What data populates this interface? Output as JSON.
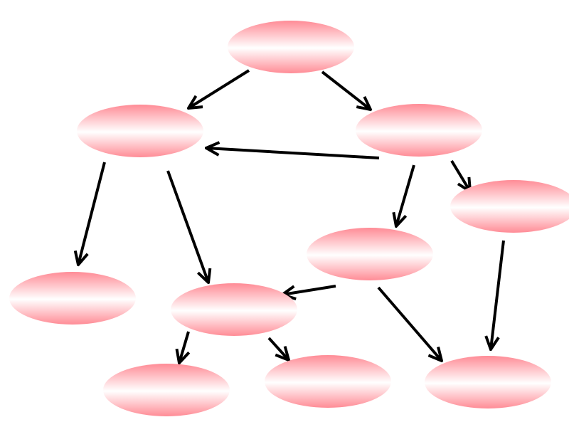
{
  "colors": {
    "node_edge": "#ff8c96",
    "node_center": "#ffffff",
    "arrow": "#000000",
    "background": "#ffffff"
  },
  "graph": {
    "node_count": 10,
    "edges": [
      [
        0,
        1
      ],
      [
        0,
        2
      ],
      [
        2,
        1
      ],
      [
        1,
        5
      ],
      [
        1,
        6
      ],
      [
        2,
        4
      ],
      [
        2,
        3
      ],
      [
        3,
        9
      ],
      [
        4,
        6
      ],
      [
        4,
        9
      ],
      [
        6,
        7
      ],
      [
        6,
        8
      ]
    ]
  }
}
